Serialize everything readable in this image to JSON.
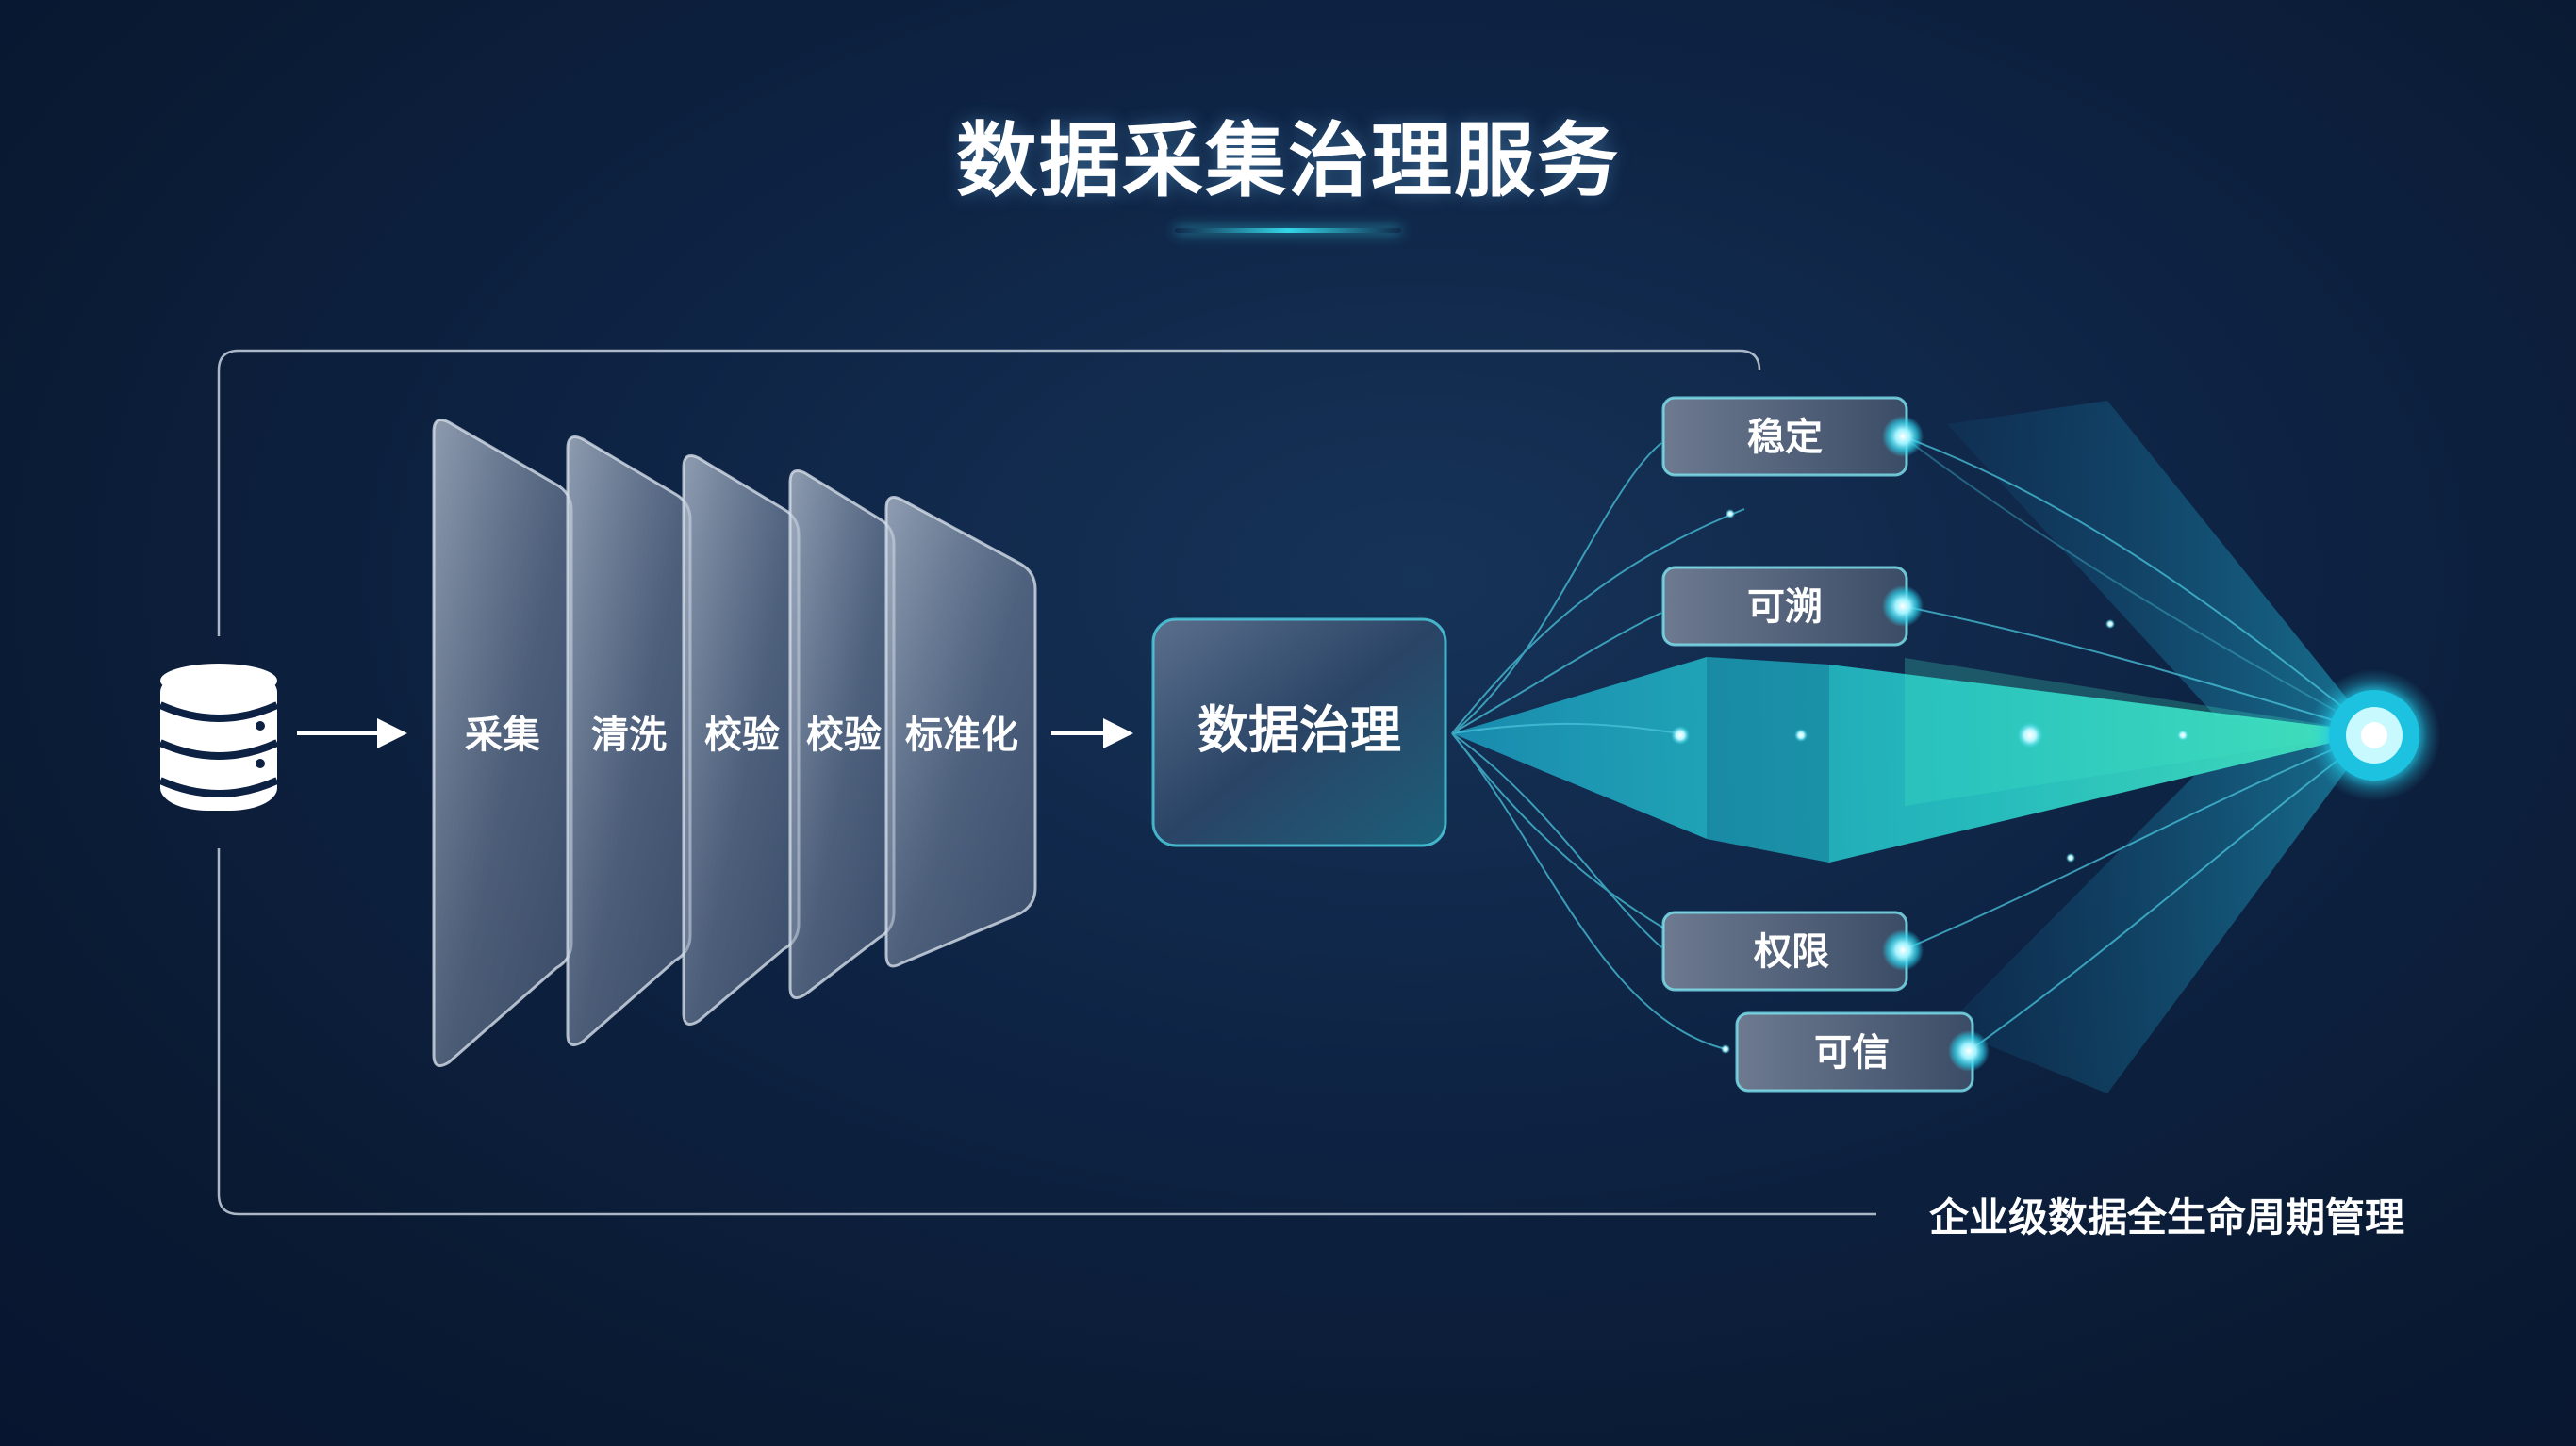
{
  "title": "数据采集治理服务",
  "pipeline": {
    "stages": [
      "采集",
      "清洗",
      "校验",
      "校验",
      "标准化"
    ]
  },
  "governance_label": "数据治理",
  "outcomes": [
    "稳定",
    "可溯",
    "权限",
    "可信"
  ],
  "subtitle": "企业级数据全生命周期管理",
  "colors": {
    "background": "#0b1a33",
    "accent": "#33d6e8",
    "teal": "#3ee6c4",
    "frame_line": "#c9d3e0"
  },
  "icons": {
    "source": "database-icon",
    "arrows": "arrow-right-icon",
    "endpoint": "glowing-node-icon"
  }
}
